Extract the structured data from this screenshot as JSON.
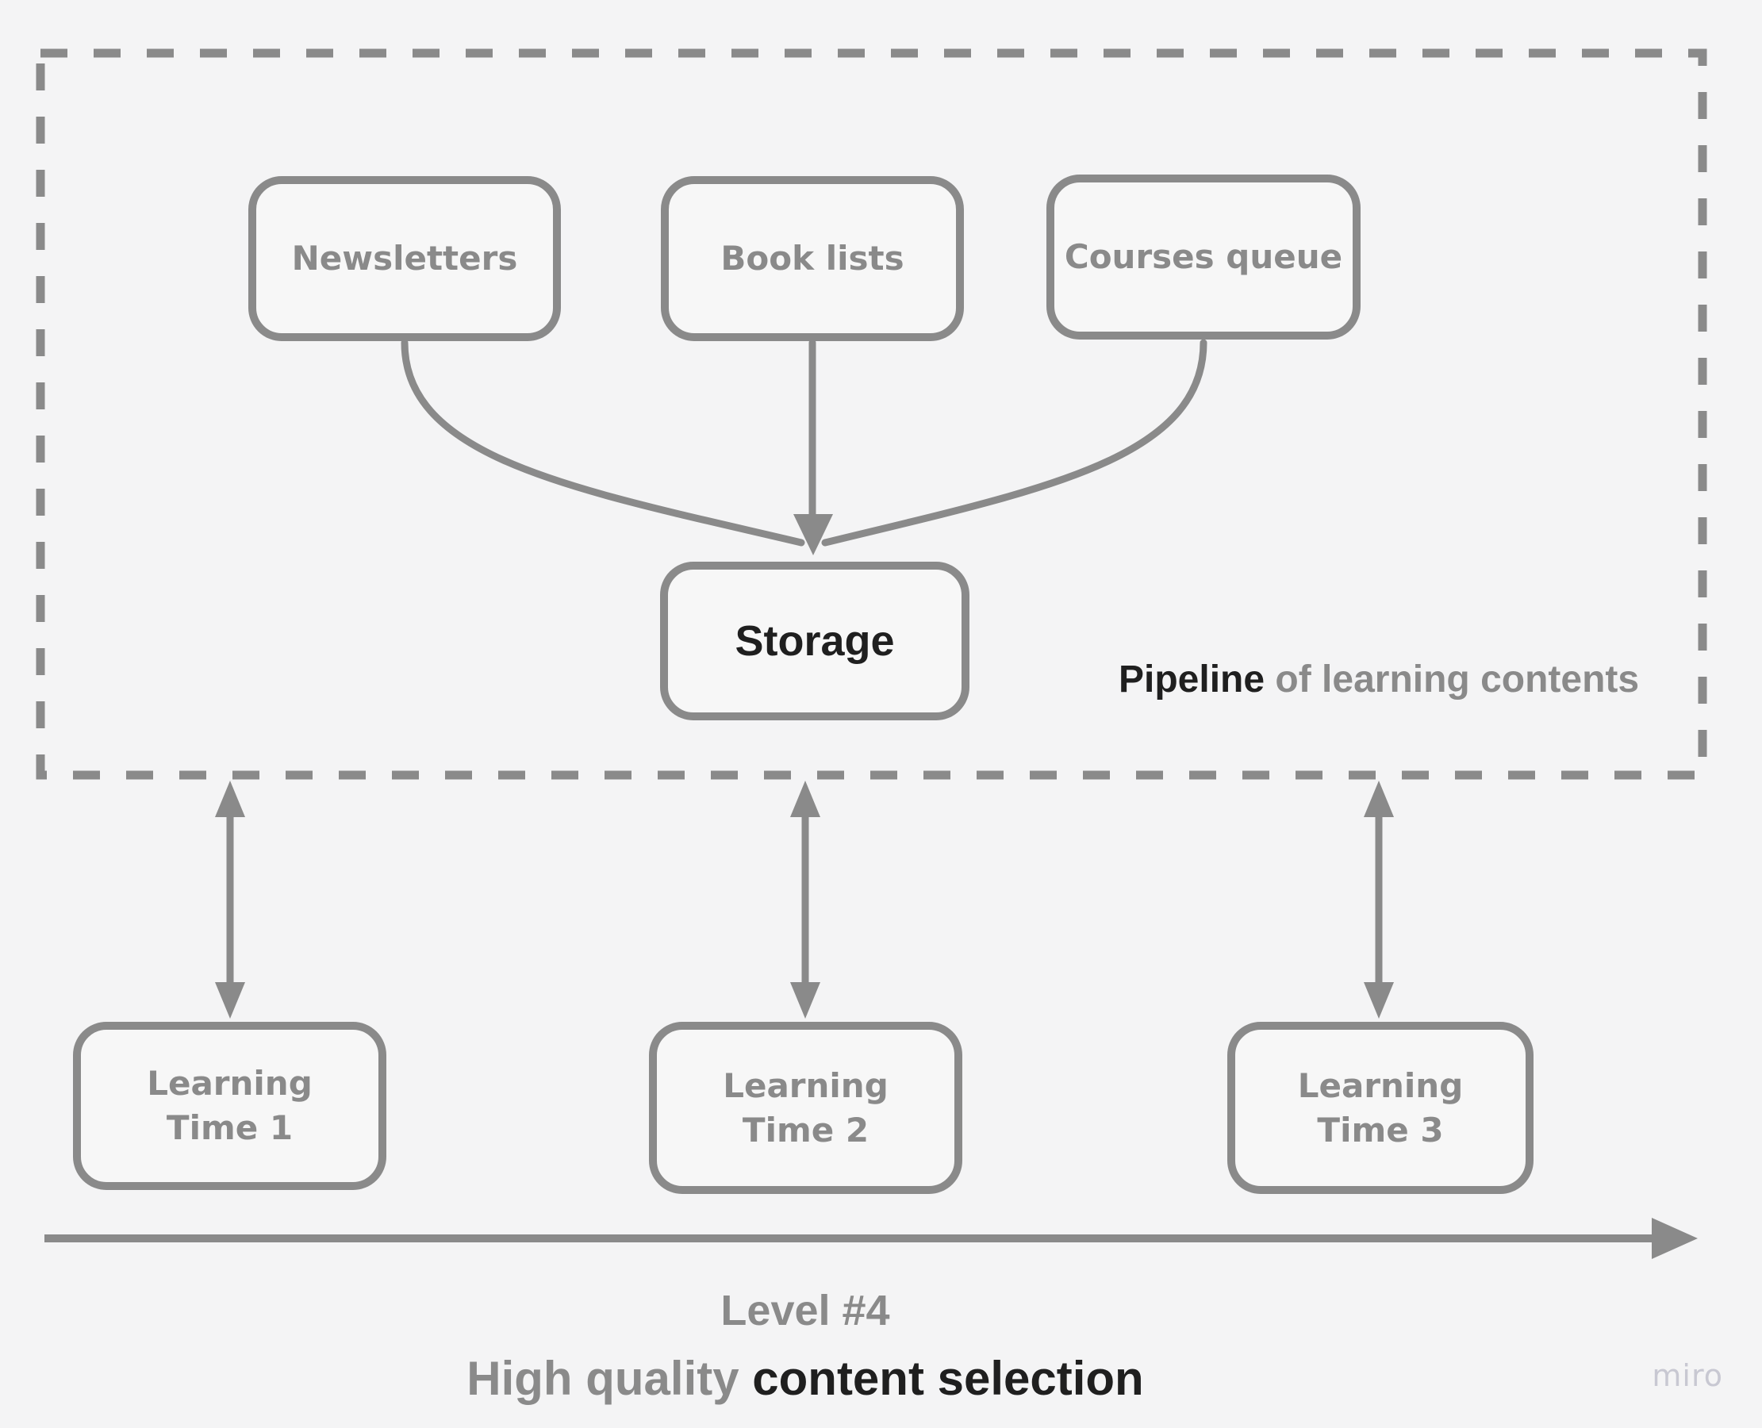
{
  "diagram": {
    "pipeline_group": {
      "caption": {
        "bold": "Pipeline",
        "rest": " of learning contents"
      },
      "sources": [
        {
          "label": "Newsletters"
        },
        {
          "label": "Book lists"
        },
        {
          "label": "Courses queue"
        }
      ],
      "storage": {
        "label": "Storage"
      }
    },
    "learning_times": [
      {
        "line1": "Learning",
        "line2": "Time 1"
      },
      {
        "line1": "Learning",
        "line2": "Time 2"
      },
      {
        "line1": "Learning",
        "line2": "Time 3"
      }
    ],
    "timeline": {
      "level_label": "Level #4",
      "quality_gray": "High quality ",
      "quality_dark": "content selection"
    },
    "watermark": "miro"
  },
  "colors": {
    "background": "#f4f4f5",
    "node_fill": "#f7f7f7",
    "line": "#8a8a8a",
    "text_gray": "#8a8a8a",
    "text_dark": "#1f1f1f",
    "watermark": "#c8c8d2"
  }
}
